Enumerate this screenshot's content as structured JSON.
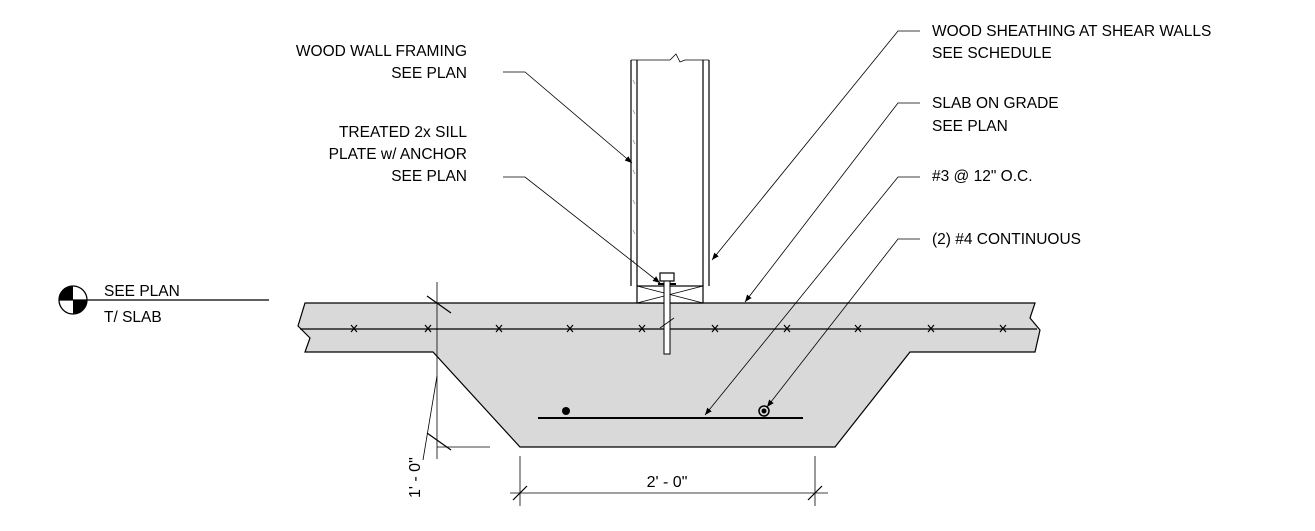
{
  "labels": {
    "wall_framing": {
      "line1": "WOOD WALL FRAMING",
      "line2": "SEE PLAN"
    },
    "sill_plate": {
      "line1": "TREATED 2x SILL",
      "line2": "PLATE w/ ANCHOR",
      "line3": "SEE PLAN"
    },
    "sheathing": {
      "line1": "WOOD SHEATHING AT SHEAR WALLS",
      "line2": "SEE SCHEDULE"
    },
    "slab": {
      "line1": "SLAB ON GRADE",
      "line2": "SEE PLAN"
    },
    "rebar_ties": "#3 @ 12\" O.C.",
    "rebar_cont": "(2) #4 CONTINUOUS"
  },
  "elevation_marker": {
    "top": "SEE PLAN",
    "bottom": "T/ SLAB"
  },
  "dimensions": {
    "depth": "1' - 0\"",
    "width": "2' - 0\""
  },
  "colors": {
    "concrete": "#d9d9d9",
    "line": "#000000"
  }
}
